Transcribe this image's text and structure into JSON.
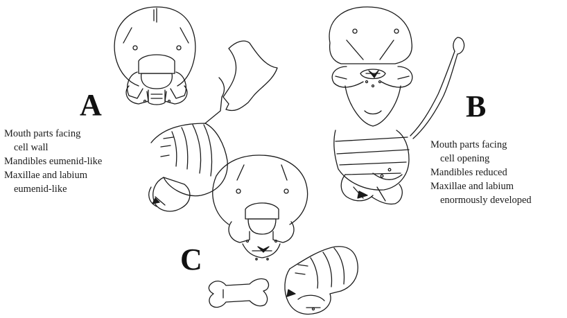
{
  "labels": {
    "a": "A",
    "b": "B",
    "c": "C"
  },
  "caption_a": [
    {
      "text": "Mouth parts facing",
      "indent": false
    },
    {
      "text": "cell wall",
      "indent": true
    },
    {
      "text": "Mandibles eumenid-like",
      "indent": false
    },
    {
      "text": "Maxillae and labium",
      "indent": false
    },
    {
      "text": "eumenid-like",
      "indent": true
    }
  ],
  "caption_b": [
    {
      "text": "Mouth parts facing",
      "indent": false
    },
    {
      "text": "cell opening",
      "indent": true
    },
    {
      "text": "Mandibles reduced",
      "indent": false
    },
    {
      "text": "Maxillae and labium",
      "indent": false
    },
    {
      "text": "enormously developed",
      "indent": true
    }
  ],
  "colors": {
    "ink": "#111111",
    "background": "#ffffff"
  }
}
